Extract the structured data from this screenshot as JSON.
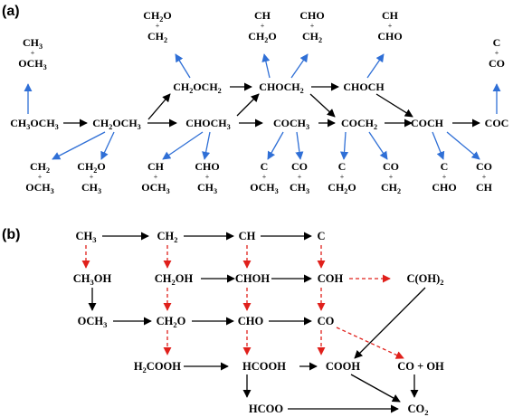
{
  "panels": {
    "a": {
      "label": "(a)"
    },
    "b": {
      "label": "(b)"
    }
  },
  "colors": {
    "black_arrow": "#000000",
    "blue_arrow": "#2f6fd6",
    "red_dashed_arrow": "#e0201b"
  },
  "panel_a": {
    "species": {
      "ch3och3": "CH3OCH3",
      "ch2och3": "CH2OCH3",
      "ch2och2": "CH2OCH2",
      "chocH3": "CHOCH3",
      "chochh2": "CHOCH2",
      "chooch": "CHOCH",
      "coch3": "COCH3",
      "coch2": "COCH2",
      "coch": "COCH",
      "coc": "COC"
    },
    "products": {
      "p_ch3_och3": [
        "CH3",
        "+",
        "OCH3"
      ],
      "p_ch2o_ch2": [
        "CH2O",
        "+",
        "CH2"
      ],
      "p_ch_ch2o": [
        "CH",
        "+",
        "CH2O"
      ],
      "p_cho_ch2": [
        "CHO",
        "+",
        "CH2"
      ],
      "p_ch_cho": [
        "CH",
        "+",
        "CHO"
      ],
      "p_c_co": [
        "C",
        "+",
        "CO"
      ],
      "p_ch2_och3": [
        "CH2",
        "+",
        "OCH3"
      ],
      "p_ch2o_ch3": [
        "CH2O",
        "+",
        "CH3"
      ],
      "p_ch_och3": [
        "CH",
        "+",
        "OCH3"
      ],
      "p_cho_ch3": [
        "CHO",
        "+",
        "CH3"
      ],
      "p_c_och3": [
        "C",
        "+",
        "OCH3"
      ],
      "p_co_ch3": [
        "CO",
        "+",
        "CH3"
      ],
      "p_c_ch2o": [
        "C",
        "+",
        "CH2O"
      ],
      "p_co_ch2": [
        "CO",
        "+",
        "CH2"
      ],
      "p_c_cho": [
        "C",
        "+",
        "CHO"
      ],
      "p_co_ch": [
        "CO",
        "+",
        "CH"
      ]
    }
  },
  "panel_b": {
    "species": {
      "ch3": "CH3",
      "ch2": "CH2",
      "ch": "CH",
      "c": "C",
      "ch3oh": "CH3OH",
      "ch2oh": "CH2OH",
      "choh": "CHOH",
      "coh": "COH",
      "coh2": "C(OH)2",
      "och3": "OCH3",
      "ch2o": "CH2O",
      "cho": "CHO",
      "co": "CO",
      "h2cooh": "H2COOH",
      "hcooh": "HCOOH",
      "cooh": "COOH",
      "co_oh": "CO + OH",
      "hcoo": "HCOO",
      "co2": "CO2"
    }
  }
}
